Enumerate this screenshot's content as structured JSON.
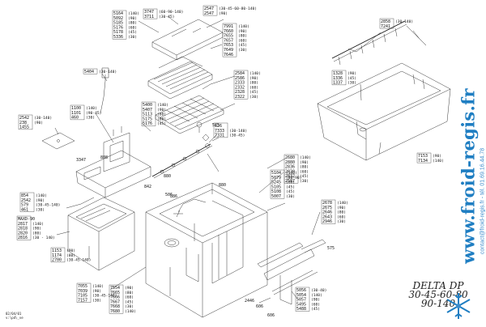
{
  "title": {
    "line1": "DELTA DP",
    "line2": "30-45-60-80",
    "line3": "90-140"
  },
  "date": {
    "line1": "02/04/01",
    "line2": "v:\\pd\\_ve"
  },
  "brand": {
    "website": "www.froid-regis.fr",
    "contact": "contact@froid-regis.fr - tél. 01.69.16.44.78"
  },
  "logo_colors": {
    "primary": "#1f7ec2",
    "secondary": "#3d8ccb"
  },
  "callouts": {
    "c1": {
      "codes": [
        "5164",
        "5092",
        "5185",
        "5176",
        "5178",
        "5336"
      ],
      "qual": [
        "(140)",
        "(90)",
        "(80)",
        "(60)",
        "(45)",
        "(30)"
      ]
    },
    "c2": {
      "codes": [
        "3747",
        "3711"
      ],
      "qual": [
        "(60-90-140)",
        "(30-45)"
      ]
    },
    "c3": {
      "codes": [
        "2547",
        "2547"
      ],
      "qual": [
        "(30-45-60-80-140)",
        "(90)"
      ]
    },
    "c4": {
      "codes": [
        "7991",
        "7660",
        "7655",
        "7657",
        "7653",
        "7649",
        "7646"
      ],
      "qual": [
        "(140)",
        "(90)",
        "(80)",
        "(60)",
        "(45)",
        "(30)",
        ""
      ]
    },
    "c5": {
      "codes": [
        "2858",
        "7241"
      ],
      "qual": [
        "(30-140)",
        ""
      ]
    },
    "c6": {
      "codes": [
        "5404"
      ],
      "qual": [
        "(30-140)"
      ]
    },
    "c7": {
      "codes": [
        "2584",
        "2586",
        "2333",
        "2332",
        "2328",
        "2322"
      ],
      "qual": [
        "(140)",
        "(90)",
        "(80)",
        "(60)",
        "(45)",
        "(30)"
      ]
    },
    "c8": {
      "codes": [
        "1328",
        "1336",
        "1337"
      ],
      "qual": [
        "(90)",
        "(45)",
        "(30)"
      ]
    },
    "c9": {
      "codes": [
        "5400",
        "5407",
        "5113",
        "5175",
        "5176"
      ],
      "qual": [
        "(140)",
        "(90)",
        "(80)",
        "(60)",
        "(45)"
      ]
    },
    "c10": {
      "codes": [
        "1100",
        "1101",
        "460"
      ],
      "qual": [
        "(140)",
        "(90-45)",
        "(30)"
      ]
    },
    "c11": {
      "codes": [
        "2542",
        "238",
        "1455"
      ],
      "qual": [
        "(30-140)",
        "(90)",
        ""
      ]
    },
    "c12": {
      "codes": [
        "526",
        "7333",
        "7331"
      ],
      "qual": [
        "",
        "(30-140)",
        "(30-45)"
      ]
    },
    "c13": {
      "codes": [
        "2680",
        "2880",
        "2836",
        "2830",
        "2832",
        "2587"
      ],
      "qual": [
        "(140)",
        "(90)",
        "(80)",
        "(60)",
        "(45)",
        "(30)"
      ]
    },
    "c14": {
      "codes": [
        "5104",
        "5079",
        "5245",
        "5105",
        "5108",
        "5007"
      ],
      "qual": [
        "(140)",
        "(80-90)",
        "(60)",
        "(45)",
        "(45)",
        "(30)"
      ]
    },
    "c15": {
      "codes": [
        "7153",
        "7134"
      ],
      "qual": [
        "(90)",
        "(140)"
      ]
    },
    "c16": {
      "codes": [
        "854",
        "2542",
        "579",
        "461"
      ],
      "qual": [
        "(140)",
        "(90)",
        "(30-45-140)",
        "(30)"
      ]
    },
    "c17": {
      "codes": [
        "MAXD-90",
        "2817",
        "2818",
        "2820",
        "2816"
      ],
      "qual": [
        "",
        "(140)",
        "(90)",
        "(80)",
        "(30 - 140)"
      ]
    },
    "c18": {
      "codes": [
        "2678",
        "2675",
        "2646",
        "2643",
        "2946"
      ],
      "qual": [
        "(140)",
        "(90)",
        "(80)",
        "(60)",
        "(30)"
      ]
    },
    "c19": {
      "codes": [
        "1153",
        "1174",
        "2700"
      ],
      "qual": [
        "(90)",
        "(80)",
        "(30-45-140)"
      ]
    },
    "c20": {
      "codes": [
        "7055",
        "7039",
        "7105",
        "7157"
      ],
      "qual": [
        "(140)",
        "(90)",
        "(30-45-140)",
        "(30)"
      ]
    },
    "c21": {
      "codes": [
        "7554",
        "7665",
        "7666",
        "7667",
        "7668",
        "7680"
      ],
      "qual": [
        "(90)",
        "(80)",
        "(60)",
        "(45)",
        "(30)",
        "(140)"
      ]
    },
    "c22": {
      "codes": [
        "5056",
        "5054",
        "5057",
        "5495",
        "5488"
      ],
      "qual": [
        "(30-40)",
        "(140)",
        "(90)",
        "(60)",
        "(45)"
      ]
    },
    "misc": {
      "a": "3347",
      "b": "880",
      "c": "886",
      "d": "606",
      "e": "606",
      "f": "2446",
      "g": "575",
      "h": "506",
      "i": "525",
      "j": "842",
      "k": "808",
      "l": "880"
    }
  }
}
